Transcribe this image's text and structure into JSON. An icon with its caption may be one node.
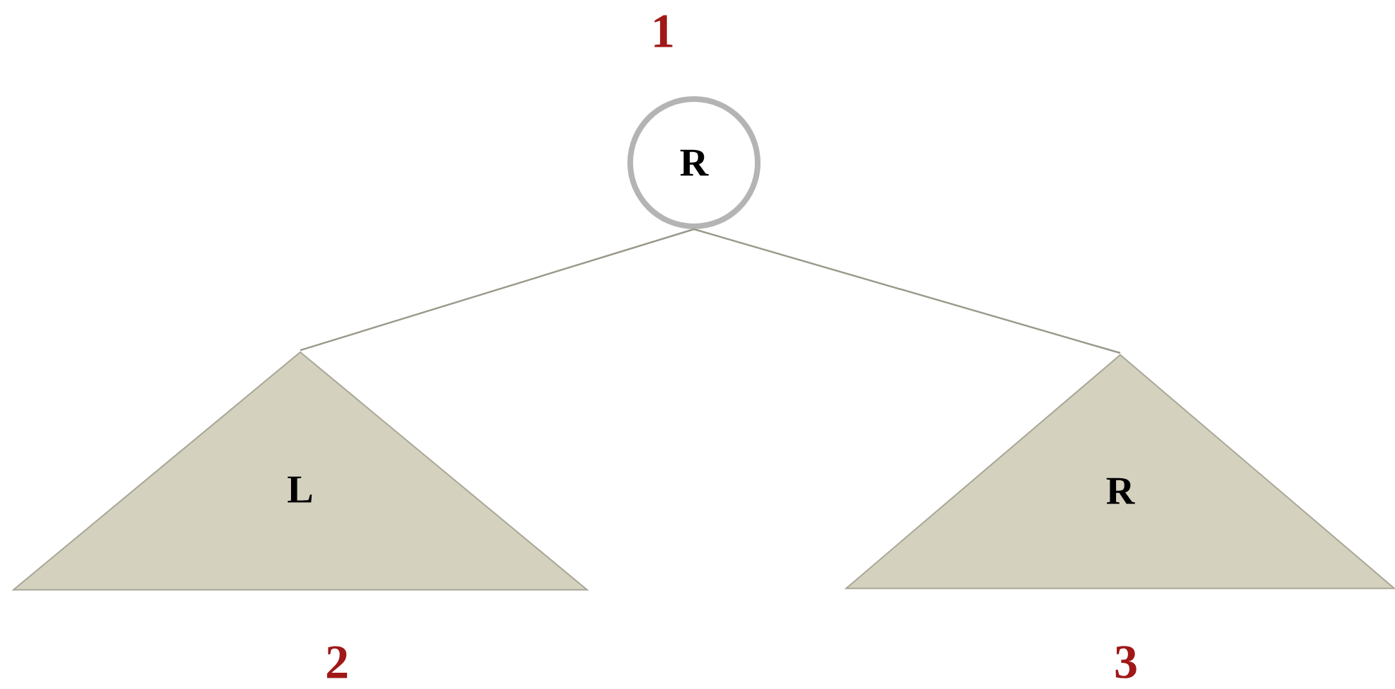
{
  "diagram": {
    "nodes": [
      {
        "text": [
          "R"
        ],
        "beside": [
          "1"
        ]
      },
      {
        "text": [
          "L"
        ],
        "beside": [
          "2"
        ]
      },
      {
        "text": [
          "R"
        ],
        "beside": [
          "3"
        ]
      }
    ],
    "edges": [
      {
        "from": 0,
        "to": 1,
        "arrow": "none"
      },
      {
        "from": 0,
        "to": 2,
        "arrow": "none"
      }
    ]
  }
}
